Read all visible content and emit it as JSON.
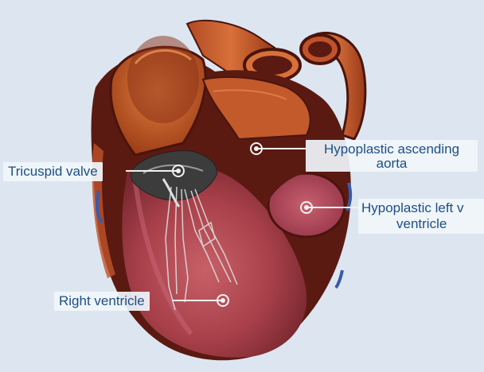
{
  "illustration": {
    "subject": "heart-cross-section",
    "colors": {
      "background": "#dde6f0",
      "outer_wall": "#5a1a12",
      "wall_surface": "#c0522a",
      "chamber": "#a8404a",
      "valve": "#d8d8d8",
      "leader_line": "#f2f2f2",
      "label_text": "#1d4f86"
    }
  },
  "labels": {
    "tricuspid_valve": "Tricuspid valve",
    "hypoplastic_ascending_aorta": {
      "line1": "Hypoplastic ascending",
      "line2": "aorta"
    },
    "hypoplastic_left_ventricle": {
      "line1": "Hypoplastic left v",
      "line2": "ventricle"
    },
    "right_ventricle": "Right ventricle"
  }
}
